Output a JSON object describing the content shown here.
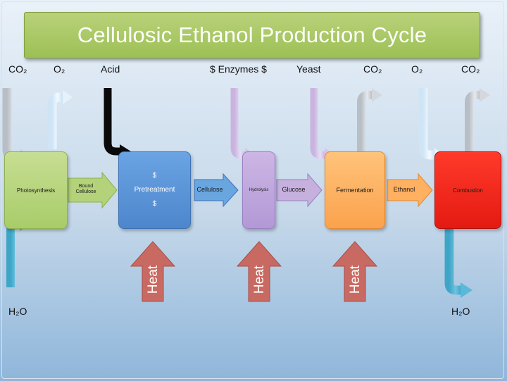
{
  "title": "Cellulosic Ethanol Production Cycle",
  "top_labels": {
    "co2_1": "CO₂",
    "o2_1": "O₂",
    "acid": "Acid",
    "enzymes": "$ Enzymes $",
    "yeast": "Yeast",
    "co2_2": "CO₂",
    "o2_2": "O₂",
    "co2_3": "CO₂"
  },
  "bottom_labels": {
    "h2o_left": "H₂O",
    "h2o_right": "H₂O"
  },
  "boxes": {
    "photosynthesis": "Photosynthesis",
    "pretreatment": "Pretreatment",
    "pretreatment_dollar": "$",
    "hydrolysis": "Hydrolysis",
    "fermentation": "Fermentation",
    "combustion": "Combustion"
  },
  "arrows": {
    "bound_cellulose_1": "Bound",
    "bound_cellulose_2": "Cellulose",
    "cellulose": "Cellulose",
    "glucose": "Glucose",
    "ethanol": "Ethanol"
  },
  "heat": [
    "Heat",
    "Heat",
    "Heat"
  ],
  "colors": {
    "title_green": "#9cc055",
    "pretreatment_blue": "#4e86cc",
    "hydrolysis_purple": "#b299d6",
    "fermentation_orange": "#fba24d",
    "combustion_red": "#e41a12",
    "heat_red": "#c96a62"
  }
}
